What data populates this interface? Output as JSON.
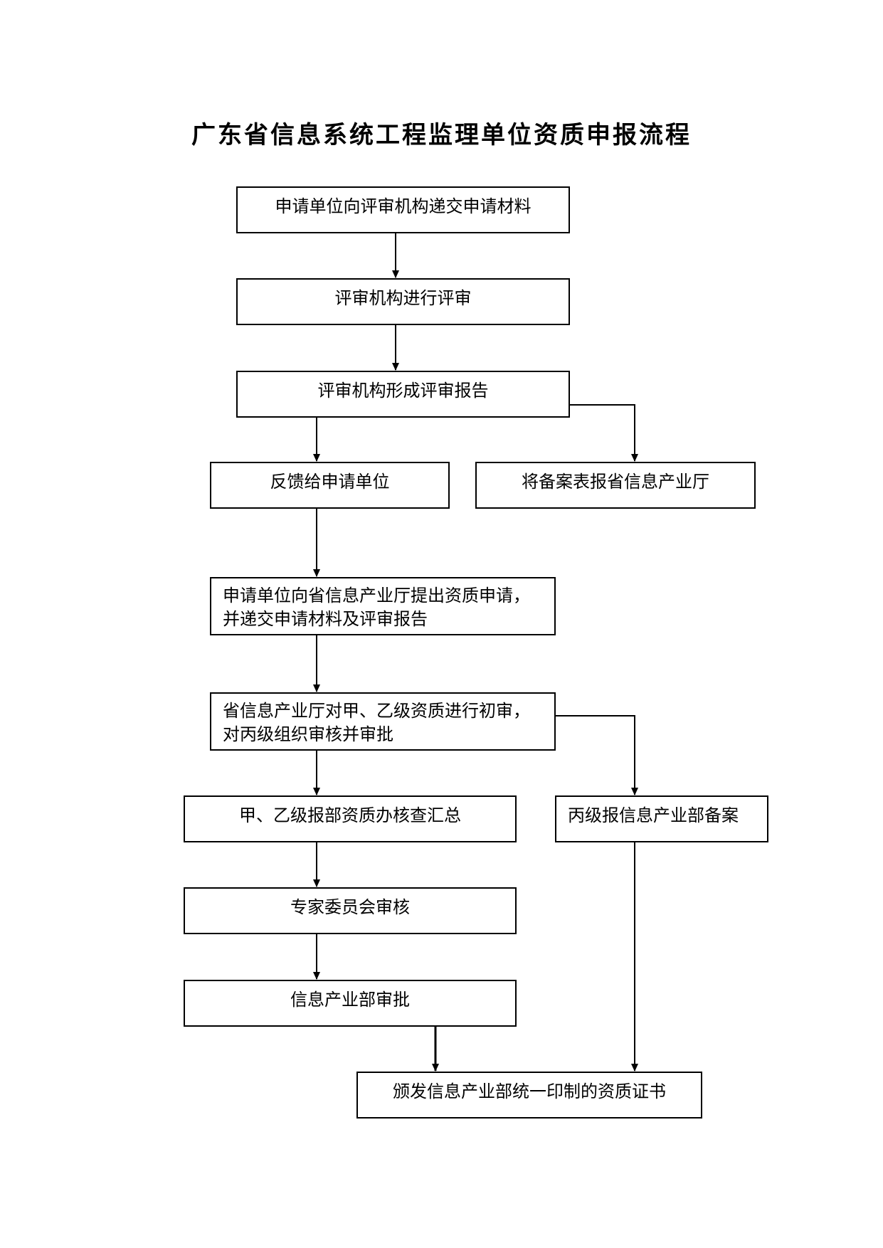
{
  "title": "广东省信息系统工程监理单位资质申报流程",
  "nodes": {
    "submit_materials": "申请单位向评审机构递交申请材料",
    "review": "评审机构进行评审",
    "form_report": "评审机构形成评审报告",
    "feedback": "反馈给申请单位",
    "file_report": "将备案表报省信息产业厅",
    "apply_line1": "申请单位向省信息产业厅提出资质申请，",
    "apply_line2": "并递交申请材料及评审报告",
    "prelim_line1": "省信息产业厅对甲、乙级资质进行初审，",
    "prelim_line2": "对丙级组织审核并审批",
    "ab_report": "甲、乙级报部资质办核查汇总",
    "c_record": "丙级报信息产业部备案",
    "expert_review": "专家委员会审核",
    "ministry_approve": "信息产业部审批",
    "issue_cert": "颁发信息产业部统一印制的资质证书"
  }
}
